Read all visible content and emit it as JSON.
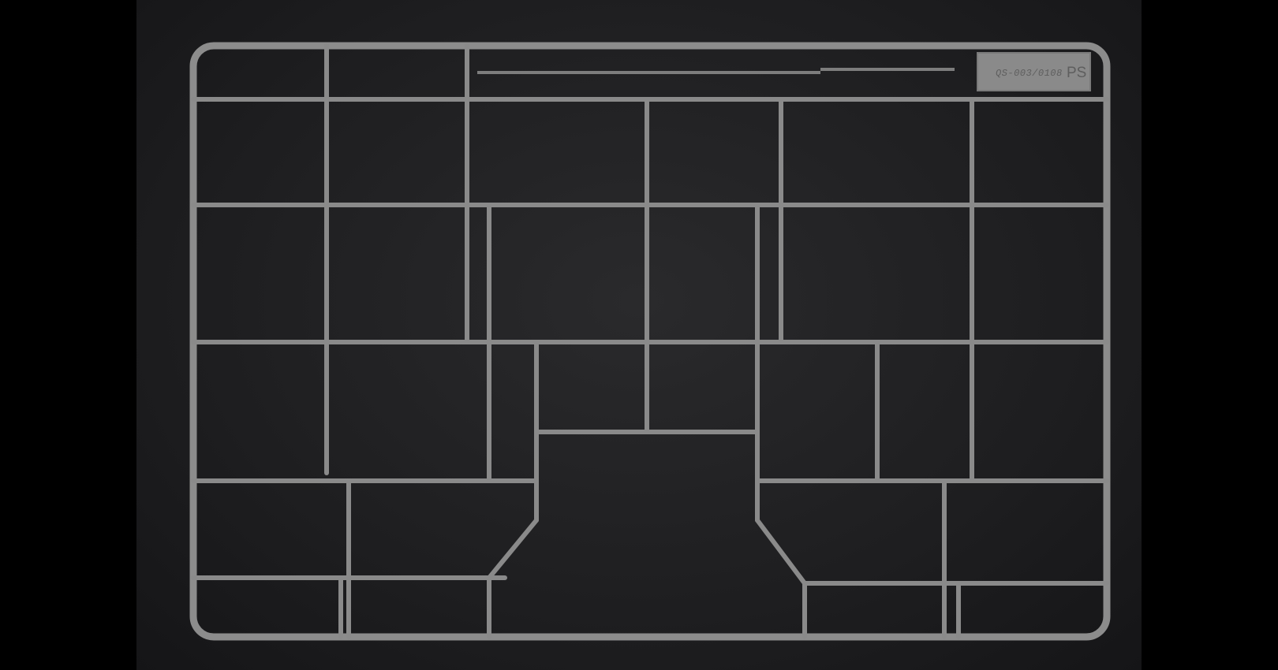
{
  "image": {
    "subject": "plastic-model-kit-sprue",
    "colors": {
      "background": "#1e1e20",
      "side_bars": "#000000",
      "plastic": "#8c8c8c",
      "plastic_dark": "#6e6e6e",
      "plastic_light": "#a3a3a3"
    }
  },
  "sprue": {
    "part_code": "QS-003/0108",
    "mark": "PS"
  }
}
